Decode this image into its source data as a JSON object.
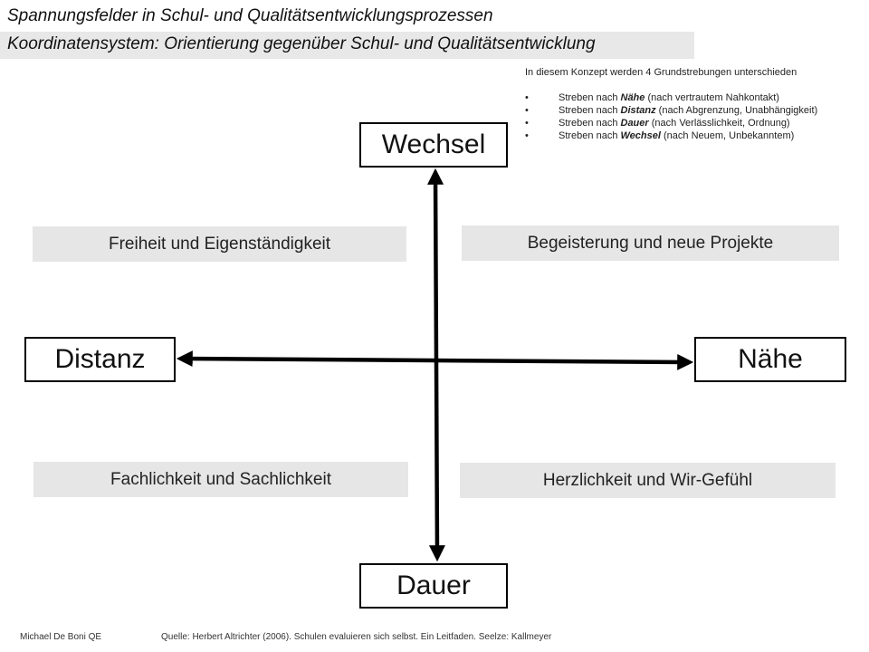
{
  "header": {
    "title": "Spannungsfelder in Schul- und Qualitätsentwicklungsprozessen",
    "subtitle": "Koordinatensystem: Orientierung gegenüber Schul- und Qualitätsentwicklung"
  },
  "intro": {
    "text": "In diesem Konzept werden 4 Grundstrebungen unterschieden",
    "items": [
      {
        "prefix": "Streben nach ",
        "term": "Nähe",
        "suffix": " (nach vertrautem Nahkontakt)"
      },
      {
        "prefix": "Streben nach ",
        "term": "Distanz",
        "suffix": " (nach Abgrenzung, Unabhängigkeit)"
      },
      {
        "prefix": "Streben nach ",
        "term": "Dauer",
        "suffix": " (nach Verlässlichkeit, Ordnung)"
      },
      {
        "prefix": "Streben nach ",
        "term": "Wechsel",
        "suffix": " (nach Neuem, Unbekanntem)"
      }
    ]
  },
  "poles": {
    "top": "Wechsel",
    "left": "Distanz",
    "right": "Nähe",
    "bottom": "Dauer"
  },
  "quadrants": {
    "top_left": "Freiheit und Eigenständigkeit",
    "top_right": "Begeisterung und neue Projekte",
    "bottom_left": "Fachlichkeit und Sachlichkeit",
    "bottom_right": "Herzlichkeit und Wir-Gefühl"
  },
  "footer": {
    "author": "Michael De Boni QE",
    "source": "Quelle: Herbert Altrichter (2006). Schulen evaluieren sich selbst. Ein Leitfaden. Seelze: Kallmeyer"
  },
  "colors": {
    "quadrant_fill": "#e6e6e6",
    "subtitle_fill": "#e8e8e8",
    "axis": "#000000"
  }
}
